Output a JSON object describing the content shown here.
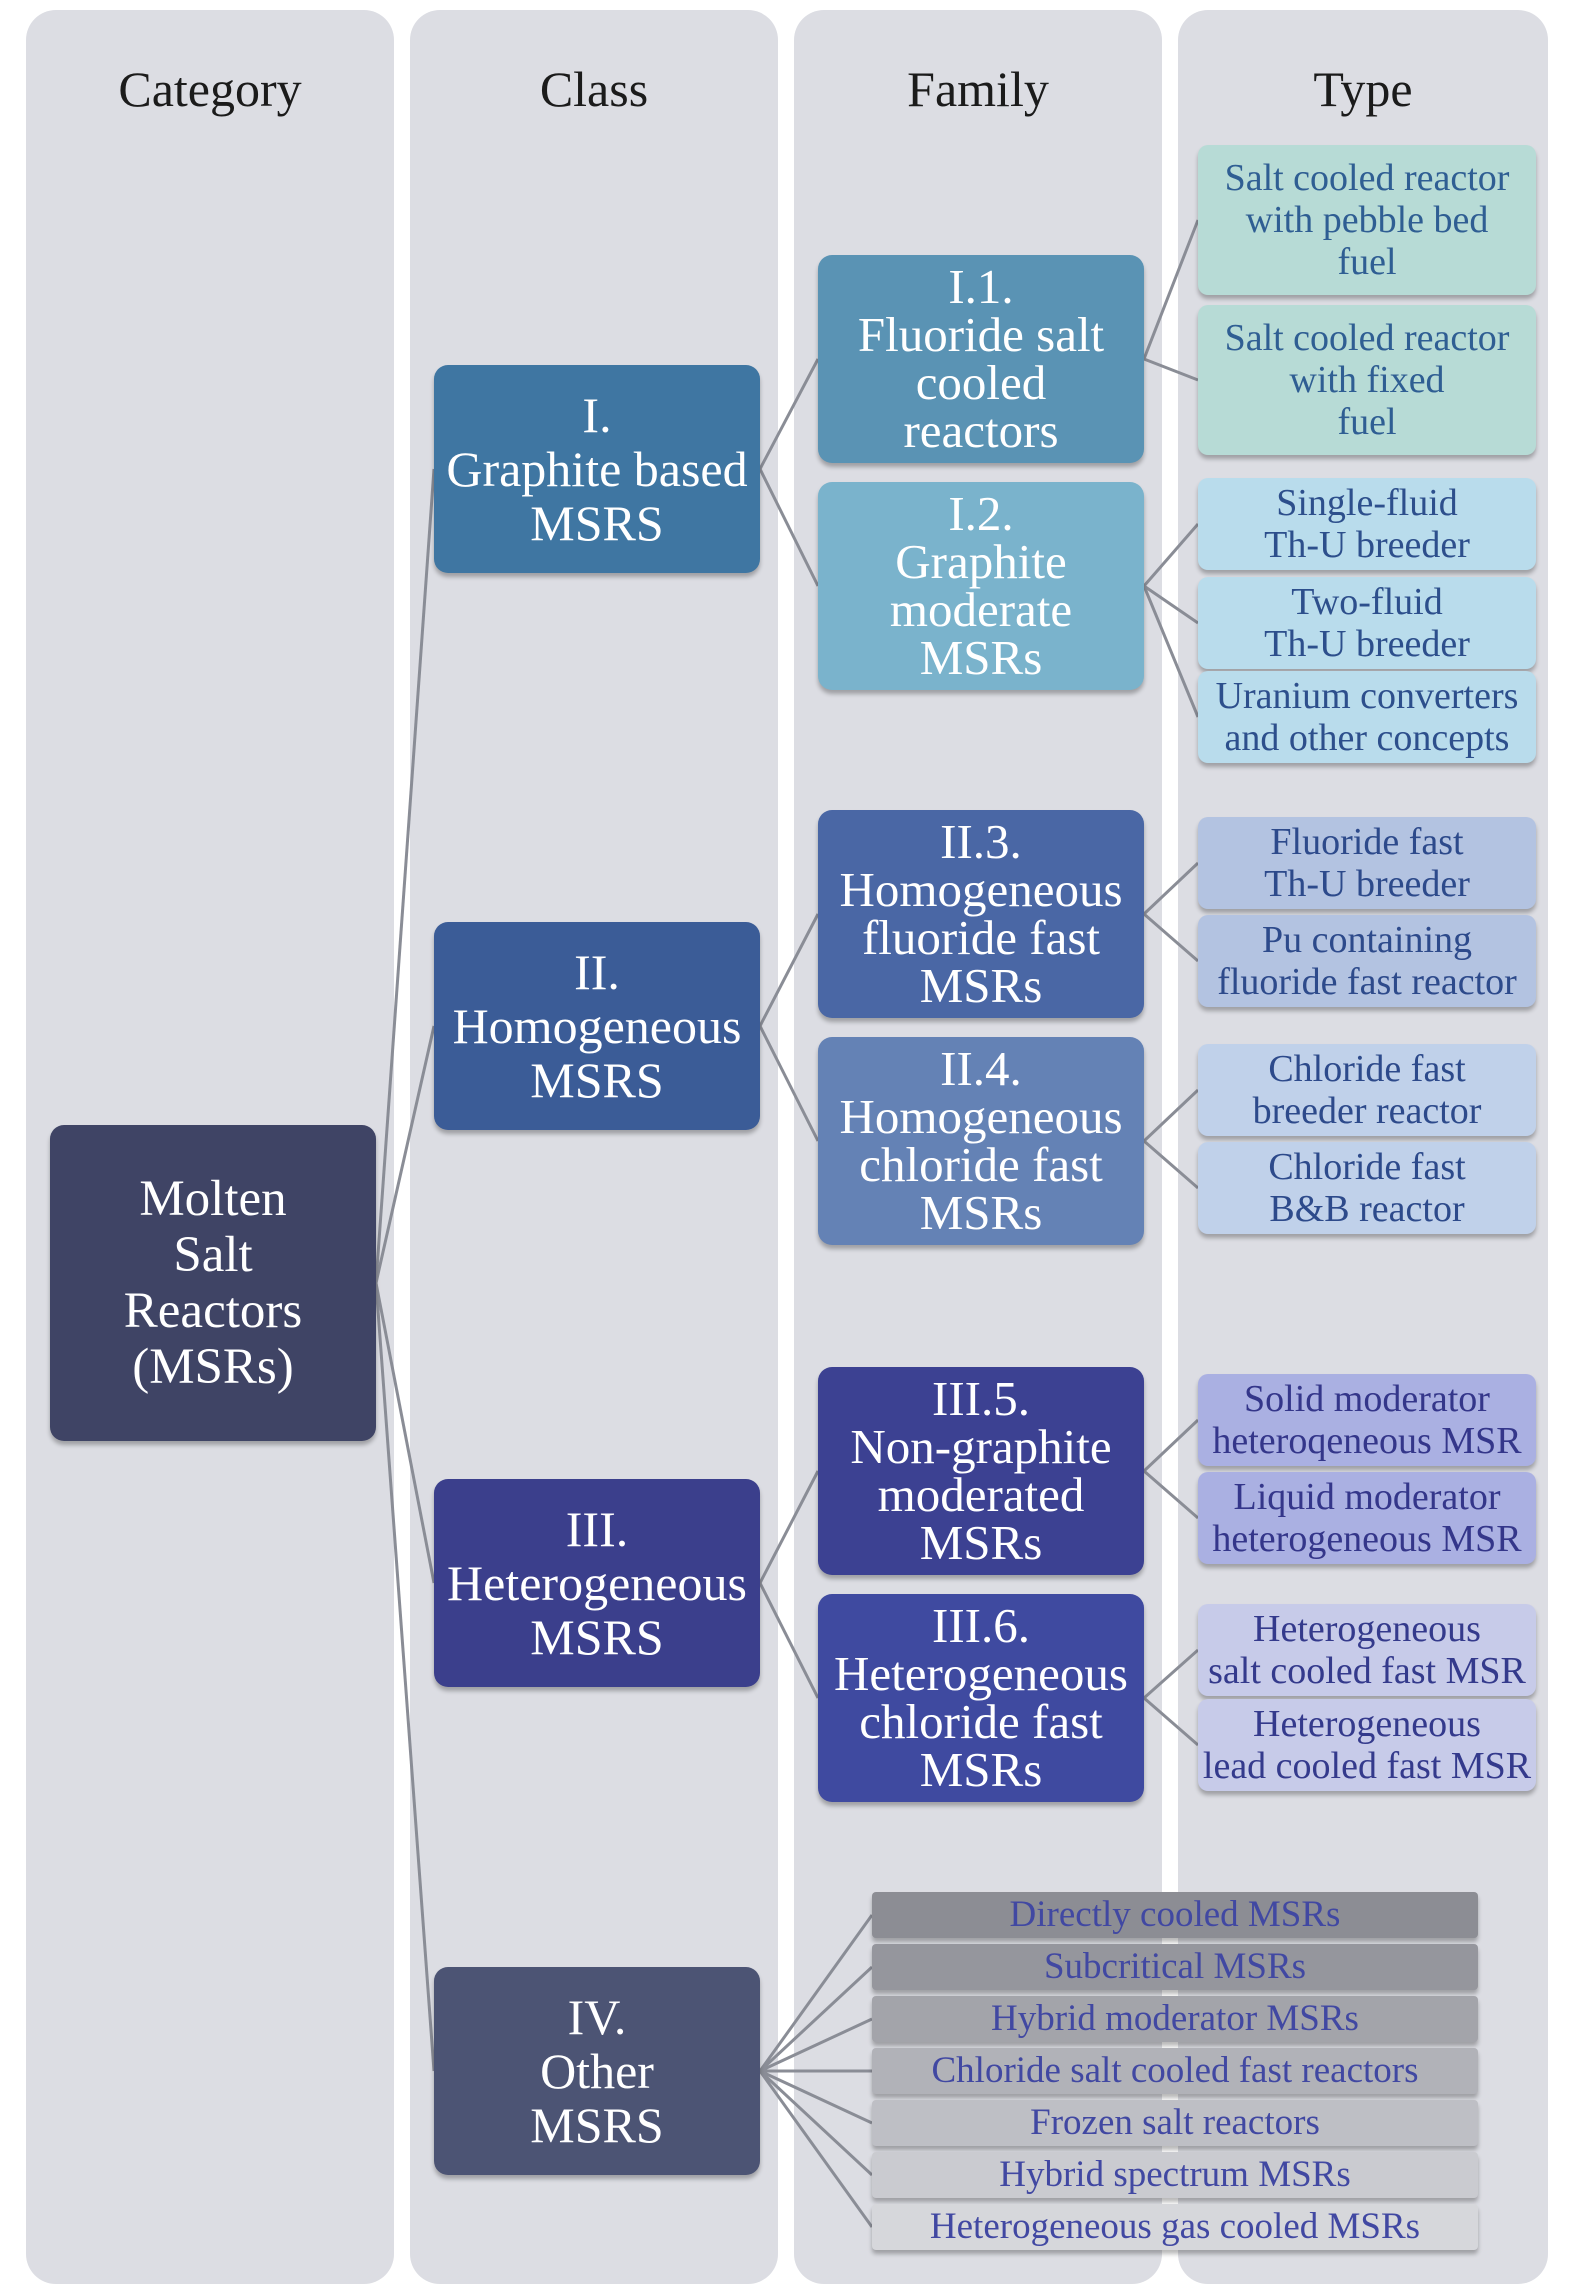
{
  "headers": {
    "category": "Category",
    "class": "Class",
    "family": "Family",
    "type": "Type"
  },
  "category": {
    "lines": [
      "Molten",
      "Salt",
      "Reactors",
      "(MSRs)"
    ]
  },
  "classes": [
    {
      "lines": [
        "I.",
        "Graphite based",
        "MSRS"
      ]
    },
    {
      "lines": [
        "II.",
        "Homogeneous",
        "MSRS"
      ]
    },
    {
      "lines": [
        "III.",
        "Heterogeneous",
        "MSRS"
      ]
    },
    {
      "lines": [
        "IV.",
        "Other",
        "MSRS"
      ]
    }
  ],
  "families": [
    {
      "lines": [
        "I.1.",
        "Fluoride salt",
        "cooled",
        "reactors"
      ]
    },
    {
      "lines": [
        "I.2.",
        "Graphite",
        "moderate",
        "MSRs"
      ]
    },
    {
      "lines": [
        "II.3.",
        "Homogeneous",
        "fluoride fast",
        "MSRs"
      ]
    },
    {
      "lines": [
        "II.4.",
        "Homogeneous",
        "chloride fast",
        "MSRs"
      ]
    },
    {
      "lines": [
        "III.5.",
        "Non-graphite",
        "moderated",
        "MSRs"
      ]
    },
    {
      "lines": [
        "III.6.",
        "Heterogeneous",
        "chloride fast",
        "MSRs"
      ]
    }
  ],
  "types": [
    {
      "lines": [
        "Salt cooled reactor",
        "with pebble bed",
        "fuel"
      ]
    },
    {
      "lines": [
        "Salt cooled reactor",
        "with fixed",
        "fuel"
      ]
    },
    {
      "lines": [
        "Single-fluid",
        "Th-U breeder"
      ]
    },
    {
      "lines": [
        "Two-fluid",
        "Th-U breeder"
      ]
    },
    {
      "lines": [
        "Uranium converters",
        "and other concepts"
      ]
    },
    {
      "lines": [
        "Fluoride fast",
        "Th-U breeder"
      ]
    },
    {
      "lines": [
        "Pu containing",
        "fluoride fast reactor"
      ]
    },
    {
      "lines": [
        "Chloride fast",
        "breeder reactor"
      ]
    },
    {
      "lines": [
        "Chloride fast",
        "B&B reactor"
      ]
    },
    {
      "lines": [
        "Solid moderator",
        "heteroqeneous MSR"
      ]
    },
    {
      "lines": [
        "Liquid moderator",
        "heterogeneous MSR"
      ]
    },
    {
      "lines": [
        "Heterogeneous",
        "salt cooled fast MSR"
      ]
    },
    {
      "lines": [
        "Heterogeneous",
        "lead cooled fast MSR"
      ]
    }
  ],
  "others": [
    "Directly cooled MSRs",
    "Subcritical MSRs",
    "Hybrid moderator MSRs",
    "Chloride salt cooled fast reactors",
    "Frozen salt reactors",
    "Hybrid spectrum MSRs",
    "Heterogeneous gas cooled MSRs"
  ],
  "colors": {
    "category": "#3f4465",
    "class": [
      "#3f76a2",
      "#3b5c97",
      "#3b3f8c",
      "#4c5474"
    ],
    "family": [
      "#5a93b4",
      "#7ab3cc",
      "#4a67a5",
      "#6482b5",
      "#3c4192",
      "#3f4aa0"
    ],
    "type_bg": [
      "#b7dbd6",
      "#b7dbd6",
      "#b9dcec",
      "#b9dcec",
      "#b9dcec",
      "#b3c3e1",
      "#b3c3e1",
      "#c0d1ea",
      "#c0d1ea",
      "#aab0e2",
      "#aab0e2",
      "#c7cbe9",
      "#c7cbe9"
    ],
    "type_text": [
      "#2f5e93",
      "#2f5e93",
      "#2d4f8c",
      "#2d4f8c",
      "#2d4f8c",
      "#2d4a8b",
      "#2d4a8b",
      "#2d4a8b",
      "#2d4a8b",
      "#34368a",
      "#34368a",
      "#343a8c",
      "#343a8c"
    ],
    "other_bg": [
      "#8c8d94",
      "#95969d",
      "#a3a4aa",
      "#b1b2b8",
      "#bebfc5",
      "#cacbd0",
      "#d6d7db"
    ],
    "other_text": "#4148a2",
    "line": "#8a8d96"
  }
}
